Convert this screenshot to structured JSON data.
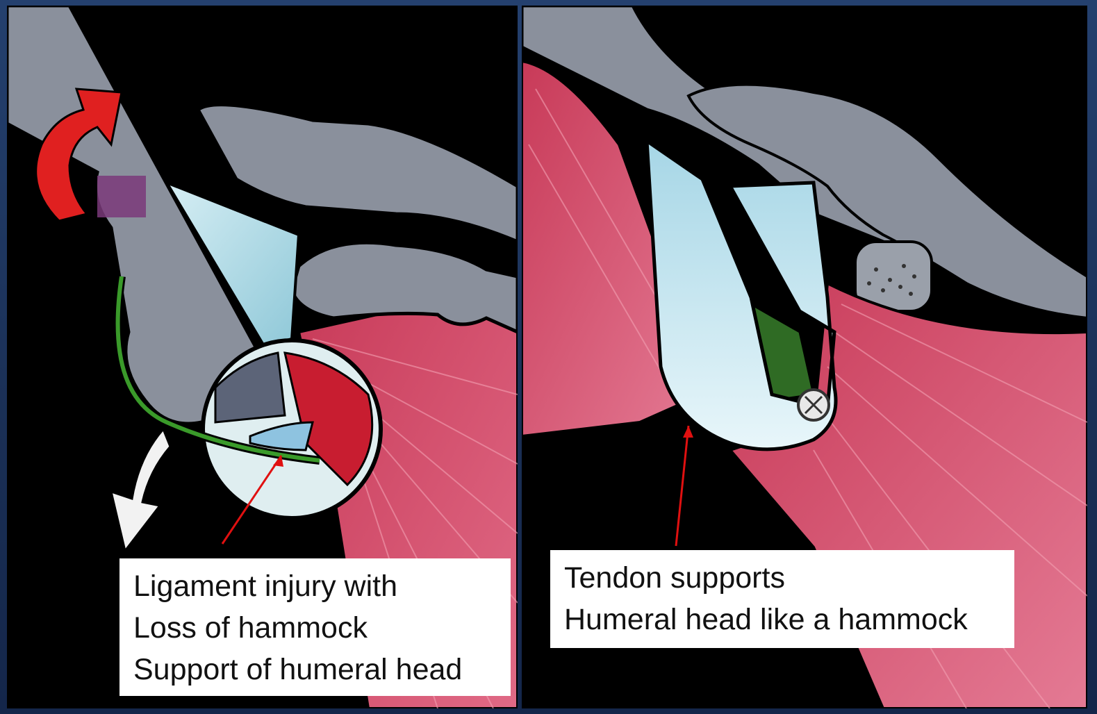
{
  "left_panel": {
    "caption_lines": [
      "Ligament injury with",
      "Loss of hammock",
      "Support of humeral head"
    ],
    "arrow_up_color": "#e02020",
    "arrow_down_color": "#f2f2f2",
    "ligament_color": "#3a9a2a"
  },
  "right_panel": {
    "caption_lines": [
      "Tendon supports",
      "Humeral head like a hammock"
    ],
    "tendon_color": "#b8e0ea",
    "muscle_color": "#d4506a"
  },
  "colors": {
    "bone": "#8a909c",
    "background": "#000000",
    "pointer": "#e01010"
  }
}
